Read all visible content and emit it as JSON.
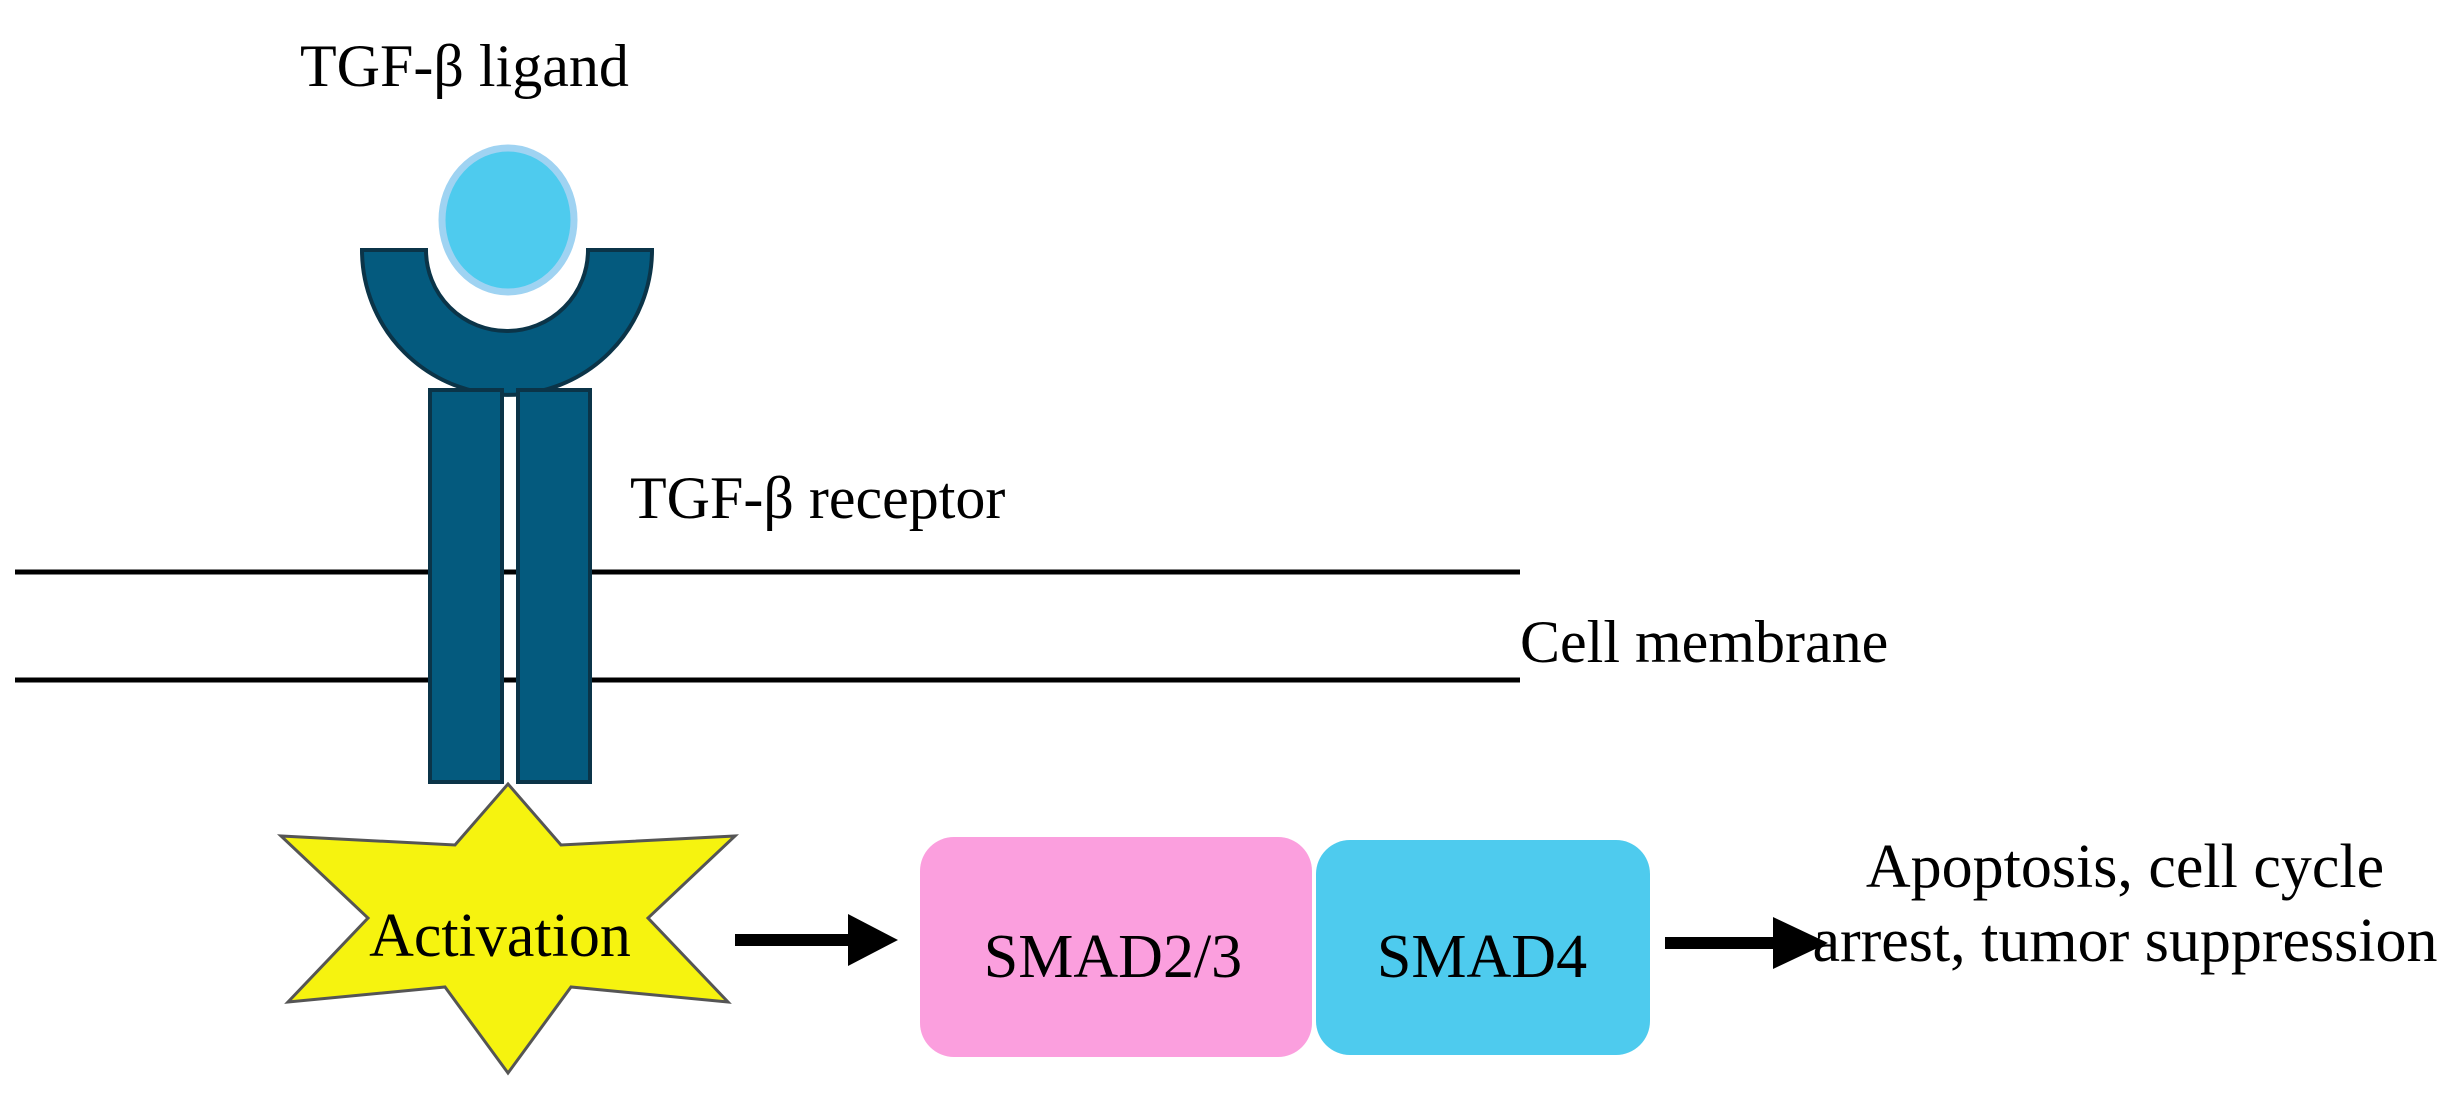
{
  "labels": {
    "ligand": "TGF-β ligand",
    "receptor": "TGF-β receptor",
    "membrane": "Cell membrane",
    "activation": "Activation",
    "smad23": "SMAD2/3",
    "smad4": "SMAD4",
    "outcome": "Apoptosis, cell cycle arrest, tumor suppression"
  },
  "colors": {
    "ligand_fill": "#4ecbee",
    "ligand_outline": "#9fd3f2",
    "receptor_fill": "#045a7e",
    "receptor_outline": "#0b3448",
    "activation_fill": "#f6f30f",
    "activation_outline": "#555555",
    "smad23_fill": "#fb9fde",
    "smad4_fill": "#4ecbee",
    "line": "#000000"
  }
}
